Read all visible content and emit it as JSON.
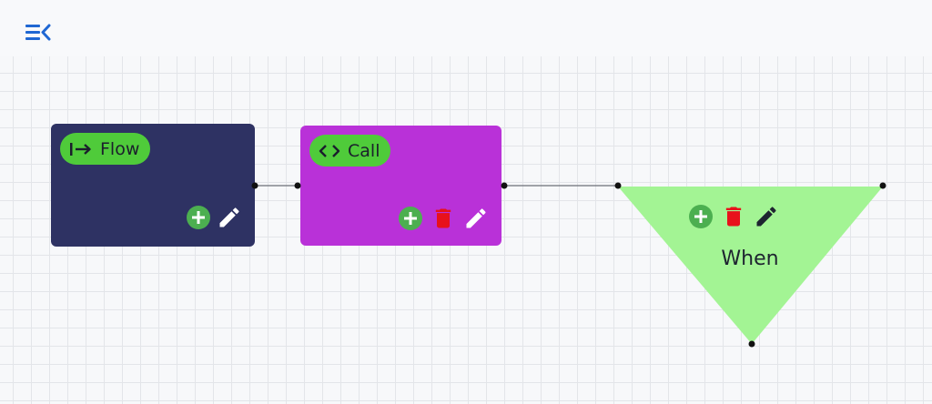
{
  "toolbar": {
    "menu_icon": "collapse-menu-icon",
    "accent": "#1f67d3"
  },
  "nodes": [
    {
      "id": "flow",
      "label": "Flow",
      "pill_icon": "flow-arrow-icon",
      "color": "#2e3263",
      "actions": [
        "add-icon",
        "edit-icon"
      ]
    },
    {
      "id": "call",
      "label": "Call",
      "pill_icon": "code-brackets-icon",
      "color": "#b931d8",
      "actions": [
        "add-icon",
        "delete-icon",
        "edit-icon"
      ]
    },
    {
      "id": "when",
      "label": "When",
      "shape": "inverted-triangle",
      "color": "#a3f494",
      "actions": [
        "add-icon",
        "delete-icon",
        "edit-icon"
      ]
    }
  ],
  "colors": {
    "pill": "#4fcb3a",
    "add": "#4caf50",
    "delete": "#e8111b",
    "edit_on_dark": "#ffffff",
    "edit_on_light": "#1e2430",
    "edge": "#6b6f78",
    "port": "#111111",
    "grid": "#e3e5e9"
  }
}
